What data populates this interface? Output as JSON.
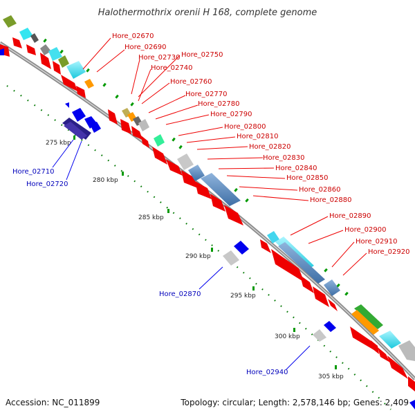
{
  "header": {
    "title": "Halothermothrix orenii H 168, complete genome"
  },
  "footer": {
    "accession": "Accession: NC_011899",
    "summary": "Topology: circular; Length: 2,578,146 bp; Genes: 2,409"
  },
  "scale_labels": [
    "275 kbp",
    "280 kbp",
    "285 kbp",
    "290 kbp",
    "295 kbp",
    "300 kbp",
    "305 kbp"
  ],
  "forward_gene_labels": [
    "Hore_02670",
    "Hore_02690",
    "Hore_02730",
    "Hore_02750",
    "Hore_02740",
    "Hore_02760",
    "Hore_02770",
    "Hore_02780",
    "Hore_02790",
    "Hore_02800",
    "Hore_02810",
    "Hore_02820",
    "Hore_02830",
    "Hore_02840",
    "Hore_02850",
    "Hore_02860",
    "Hore_02880",
    "Hore_02890",
    "Hore_02900",
    "Hore_02910",
    "Hore_02920"
  ],
  "reverse_gene_labels": [
    "Hore_02710",
    "Hore_02720",
    "Hore_02870",
    "Hore_02940"
  ],
  "colors": {
    "cds": "#ee0000",
    "reverse_cds": "#0000ee",
    "backbone": "#999999",
    "tick": "#009900",
    "forward_label": "#cc0000",
    "reverse_label": "#0000bb"
  }
}
